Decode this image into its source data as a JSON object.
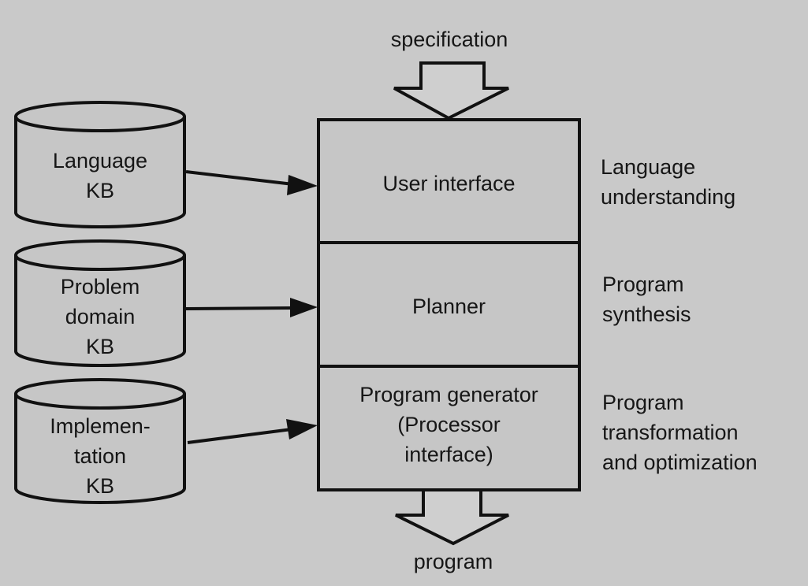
{
  "input_label": "specification",
  "output_label": "program",
  "knowledge_bases": [
    {
      "lines": [
        "Language",
        "KB"
      ]
    },
    {
      "lines": [
        "Problem",
        "domain",
        "KB"
      ]
    },
    {
      "lines": [
        "Implemen-",
        "tation",
        "KB"
      ]
    }
  ],
  "stages": [
    {
      "lines": [
        "User interface"
      ]
    },
    {
      "lines": [
        "Planner"
      ]
    },
    {
      "lines": [
        "Program generator",
        "(Processor",
        "interface)"
      ]
    }
  ],
  "functions": [
    {
      "lines": [
        "Language",
        "understanding"
      ]
    },
    {
      "lines": [
        "Program",
        "synthesis"
      ]
    },
    {
      "lines": [
        "Program",
        "transformation",
        "and optimization"
      ]
    }
  ]
}
